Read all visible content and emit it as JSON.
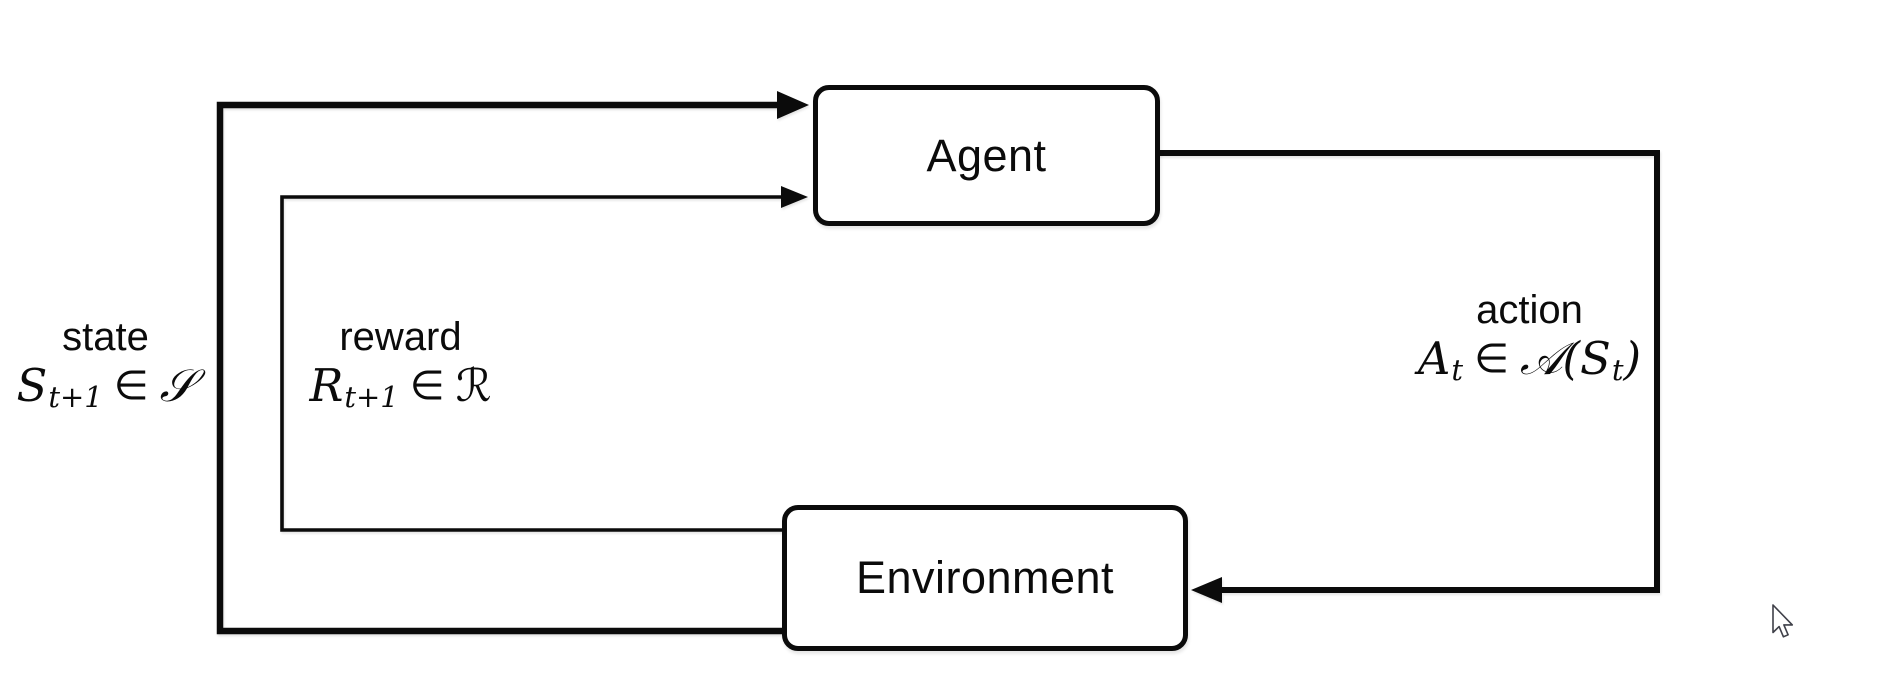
{
  "diagram": {
    "type": "flow-loop",
    "colors": {
      "background": "#ffffff",
      "ink": "#0b0b0b",
      "cursor_fill": "#ffffff",
      "cursor_outline": "#3f4049"
    },
    "nodes": {
      "agent": {
        "label": "Agent"
      },
      "environment": {
        "label": "Environment"
      }
    },
    "edges": {
      "state": {
        "word": "state",
        "from": "environment",
        "to": "agent",
        "formula": {
          "var": "S",
          "sub": "t+1",
          "rel": "∈",
          "set": "𝒮"
        }
      },
      "reward": {
        "word": "reward",
        "from": "environment",
        "to": "agent",
        "formula": {
          "var": "R",
          "sub": "t+1",
          "rel": "∈",
          "set": "ℛ"
        }
      },
      "action": {
        "word": "action",
        "from": "agent",
        "to": "environment",
        "formula": {
          "var": "A",
          "sub": "t",
          "rel": "∈",
          "set": "𝒜",
          "arg_open": "(",
          "arg_var": "S",
          "arg_sub": "t",
          "arg_close": ")"
        }
      }
    },
    "cursor": "arrow-pointer"
  }
}
